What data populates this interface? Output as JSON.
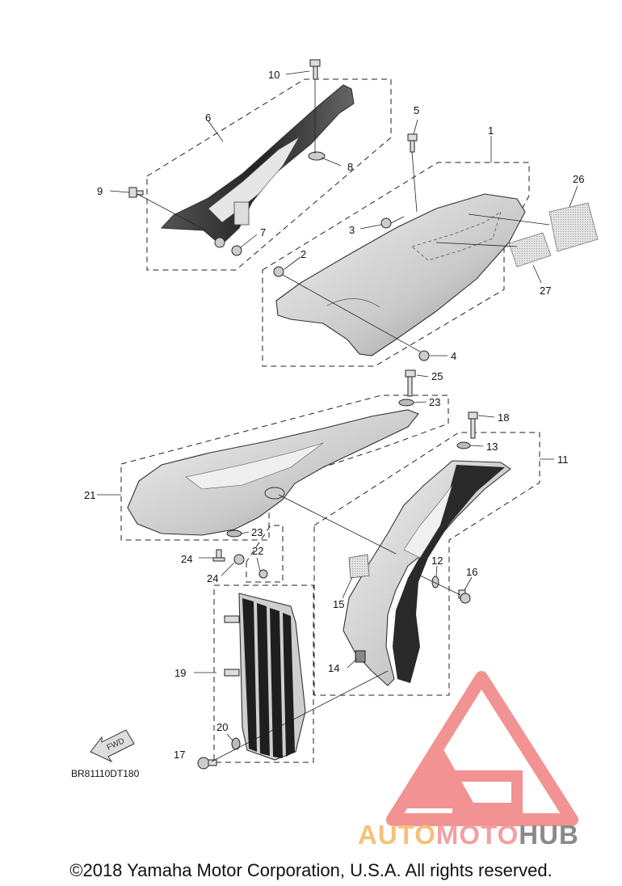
{
  "diagram_code": "BR81110DT180",
  "fwd_label": "FWD",
  "copyright": "©2018 Yamaha Motor Corporation, U.S.A. All rights reserved.",
  "watermark": {
    "brand_part1": "AUTO",
    "brand_part2": "MOTO",
    "brand_part3": "HUB",
    "colors": {
      "auto": "#f6c07a",
      "moto": "#f2a0a0",
      "hub": "#8a8a8a",
      "logo": "#f08080"
    }
  },
  "callouts": {
    "c1": "1",
    "c2": "2",
    "c3": "3",
    "c4": "4",
    "c5": "5",
    "c6": "6",
    "c7": "7",
    "c8": "8",
    "c9": "9",
    "c10": "10",
    "c11": "11",
    "c12": "12",
    "c13": "13",
    "c14": "14",
    "c15": "15",
    "c16": "16",
    "c17": "17",
    "c18": "18",
    "c19": "19",
    "c20": "20",
    "c21": "21",
    "c22": "22",
    "c23a": "23",
    "c23b": "23",
    "c24a": "24",
    "c24b": "24",
    "c25": "25",
    "c26": "26",
    "c27": "27"
  }
}
